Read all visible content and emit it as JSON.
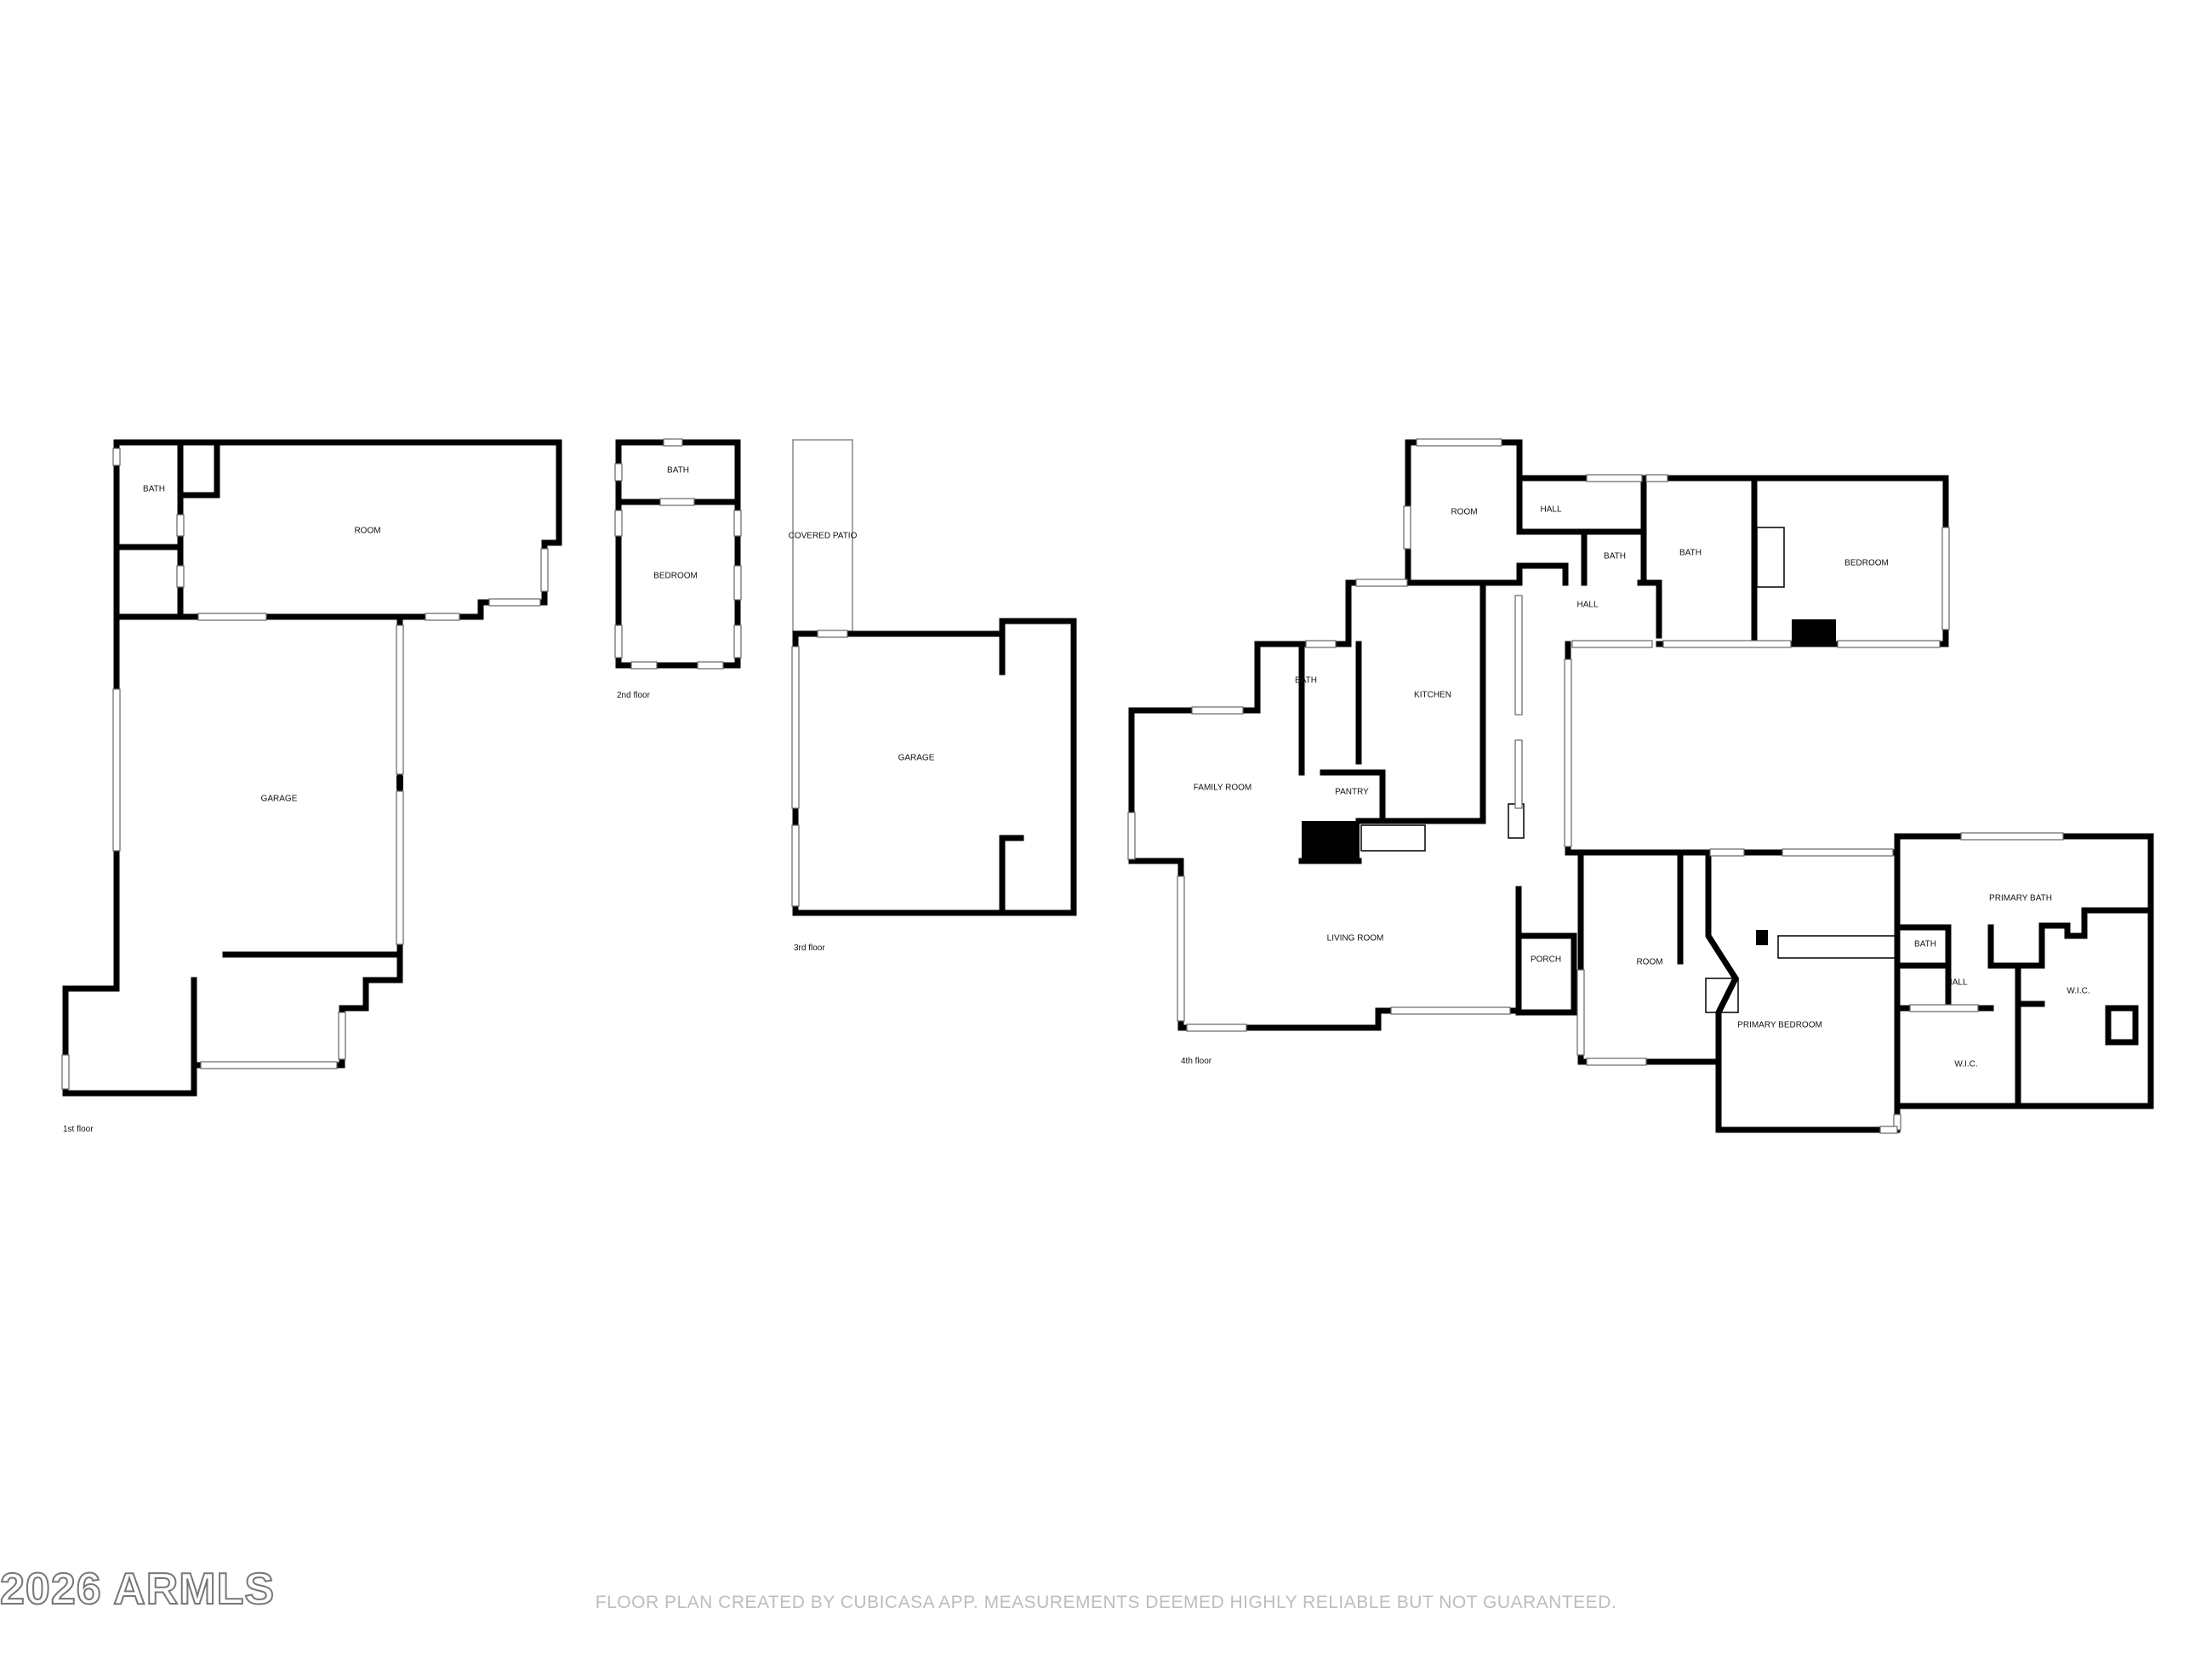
{
  "floors": {
    "first": {
      "label": "1st floor",
      "rooms": {
        "bath": "BATH",
        "room": "ROOM",
        "garage": "GARAGE"
      }
    },
    "second": {
      "label": "2nd floor",
      "rooms": {
        "bath": "BATH",
        "bedroom": "BEDROOM"
      }
    },
    "third": {
      "label": "3rd floor",
      "rooms": {
        "covered_patio": "COVERED PATIO",
        "garage": "GARAGE"
      }
    },
    "fourth": {
      "label": "4th floor",
      "rooms": {
        "room_top": "ROOM",
        "hall_top": "HALL",
        "bath_small": "BATH",
        "bath_mid": "BATH",
        "bedroom": "BEDROOM",
        "hall_mid": "HALL",
        "bath_left": "BATH",
        "kitchen": "KITCHEN",
        "family_room": "FAMILY ROOM",
        "pantry": "PANTRY",
        "living_room": "LIVING ROOM",
        "porch": "PORCH",
        "room_mid": "ROOM",
        "primary_bedroom": "PRIMARY BEDROOM",
        "primary_bath": "PRIMARY BATH",
        "bath_primary": "BATH",
        "hall_primary": "HALL",
        "wic_left": "W.I.C.",
        "wic_right": "W.I.C."
      }
    }
  },
  "watermark": "2026 ARMLS",
  "footer": "FLOOR PLAN CREATED BY CUBICASA APP. MEASUREMENTS DEEMED HIGHLY RELIABLE BUT NOT GUARANTEED."
}
